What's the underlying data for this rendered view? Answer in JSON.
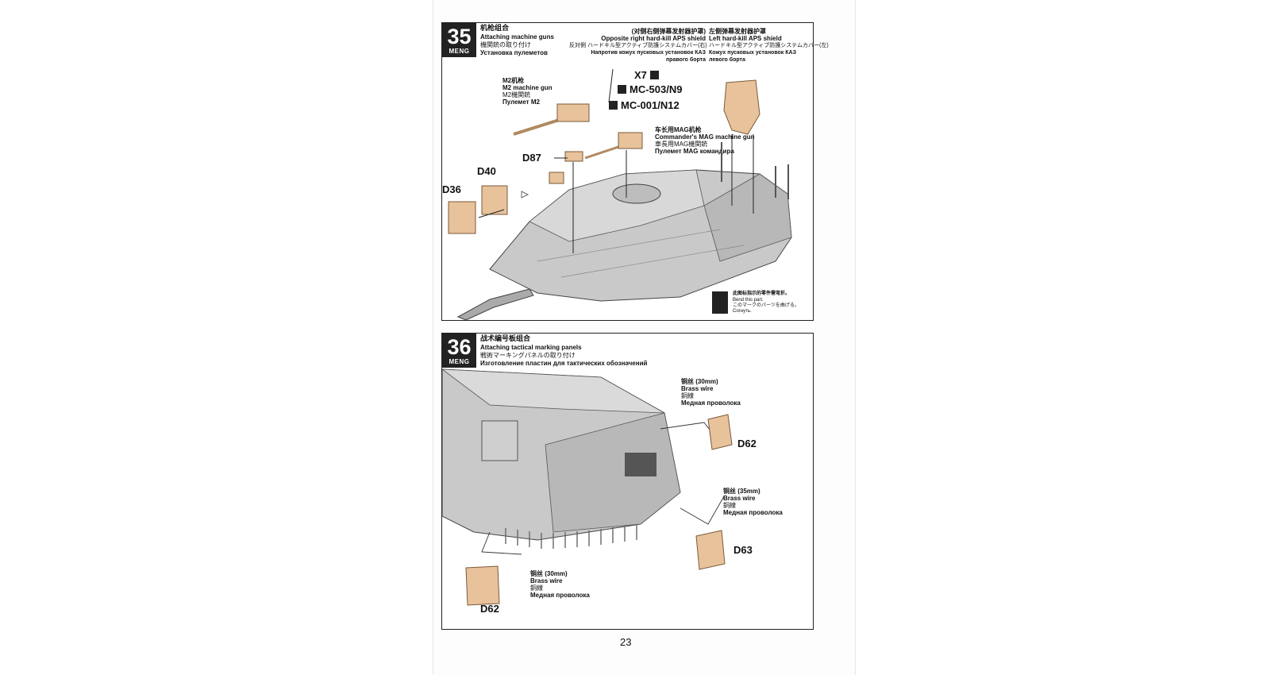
{
  "page_number": "23",
  "step35": {
    "number": "35",
    "brand": "MENG",
    "title_cn": "机枪组合",
    "title_en": "Attaching machine guns",
    "title_jp": "機関銃の取り付け",
    "title_ru": "Установка пулеметов",
    "right_shield": {
      "cn": "(对侧右侧弹幕发射器护罩)",
      "en": "Opposite right hard-kill APS shield",
      "jp": "反対側 ハードキル型アクティブ防護システムカバー(右)",
      "ru1": "Напротив кожух пусковых установок КАЗ",
      "ru2": "правого борта"
    },
    "left_shield": {
      "cn": "左侧弹幕发射器护罩",
      "en": "Left hard-kill APS shield",
      "jp": "ハードキル型アクティブ防護システムカバー(左)",
      "ru1": "Кожух пусковых установок КАЗ",
      "ru2": "левого борта"
    },
    "m2": {
      "cn": "M2机枪",
      "en": "M2 machine gun",
      "jp": "M2機関銃",
      "ru": "Пулемет M2"
    },
    "mag": {
      "cn": "车长用MAG机枪",
      "en": "Commander's MAG machine gun",
      "jp": "車長用MAG機関銃",
      "ru": "Пулемет MAG командира"
    },
    "parts": {
      "x7": "X7",
      "mc503": "MC-503/N9",
      "mc001": "MC-001/N12",
      "d87": "D87",
      "d40": "D40",
      "d36": "D36"
    },
    "bend_note": {
      "cn": "此图标指示的零件需弯折。",
      "en": "Bend this part.",
      "jp": "このマークのパーツを曲げる。",
      "ru": "Согнуть."
    }
  },
  "step36": {
    "number": "36",
    "brand": "MENG",
    "title_cn": "战术编号板组合",
    "title_en": "Attaching tactical marking panels",
    "title_jp": "戦術マーキングパネルの取り付け",
    "title_ru": "Изготовление пластин для тактических обозначений",
    "wire1": {
      "cn": "铜丝 (30mm)",
      "en": "Brass wire",
      "jp": "銅線",
      "ru": "Медная проволока"
    },
    "wire2": {
      "cn": "铜丝 (35mm)",
      "en": "Brass wire",
      "jp": "銅線",
      "ru": "Медная проволока"
    },
    "wire3": {
      "cn": "铜丝 (30mm)",
      "en": "Brass wire",
      "jp": "銅線",
      "ru": "Медная проволока"
    },
    "parts": {
      "d62a": "D62",
      "d63": "D63",
      "d62b": "D62"
    }
  },
  "colors": {
    "tank_gray": "#c9c9c9",
    "part_tan": "#e7c29a",
    "line": "#222222"
  },
  "icons": [
    "bend-icon",
    "brass-part-icon",
    "pe-part-icon"
  ]
}
